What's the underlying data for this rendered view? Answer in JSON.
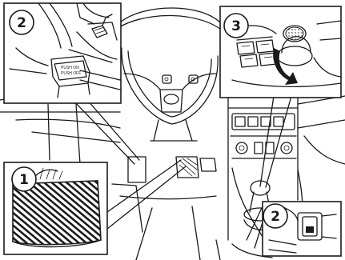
{
  "callouts": {
    "one": "1",
    "two_top": "2",
    "three": "3",
    "two_bottom": "2"
  },
  "switch_label": {
    "line1": "PUSH ON",
    "line2": "PUSH OFF"
  },
  "icons": [
    "brake-pedal-icon",
    "parking-brake-switch-icon",
    "shift-selector-icon"
  ],
  "colors": {
    "line": "#1a1a1a",
    "background": "#ffffff"
  }
}
